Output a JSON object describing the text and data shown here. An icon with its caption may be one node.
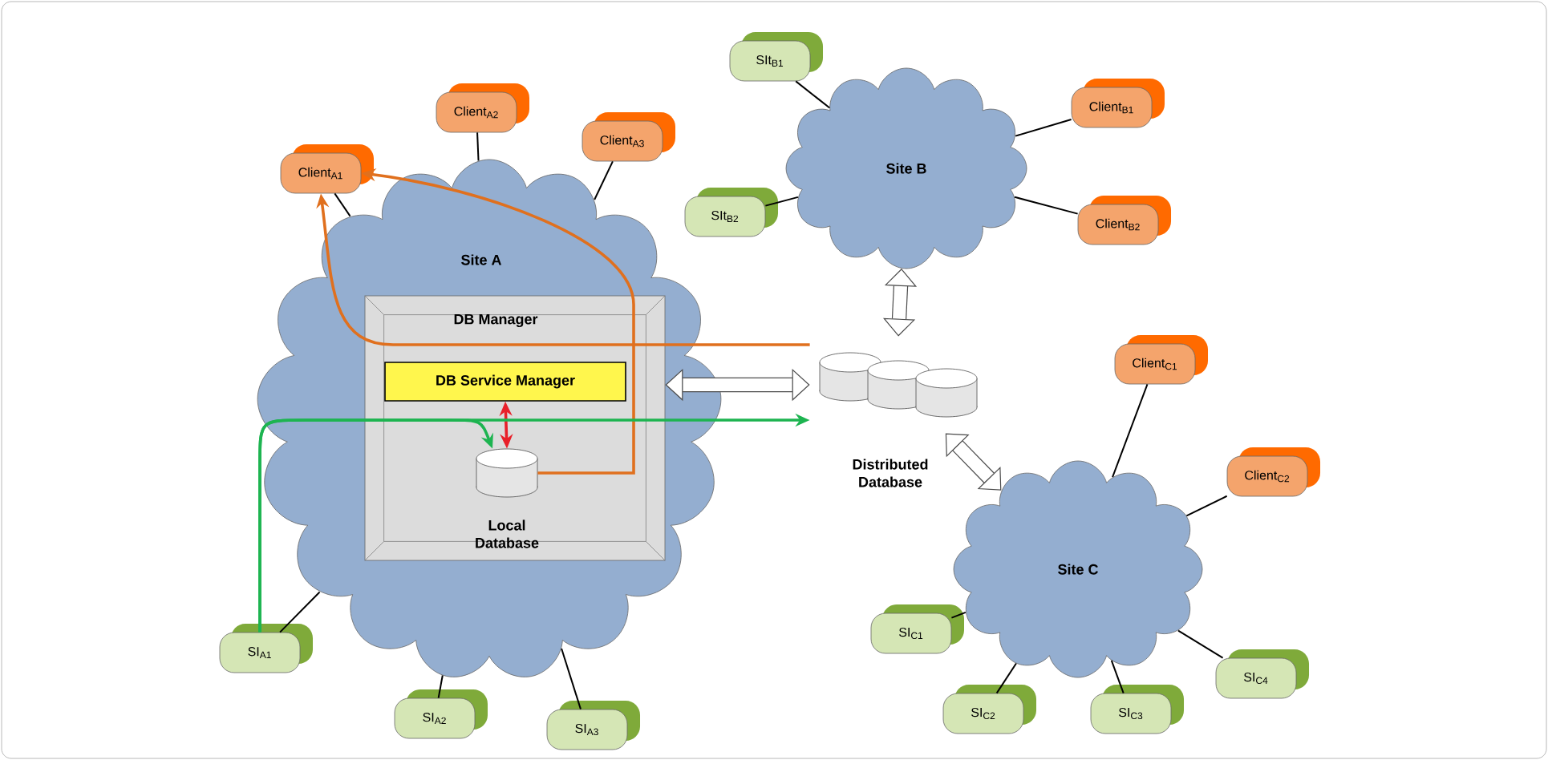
{
  "diagram": {
    "nodes": [
      {
        "text": [
          "Site A"
        ]
      },
      {
        "text": [
          "DB Manager"
        ],
        "in": 0
      },
      {
        "text": [
          "DB Service Manager"
        ],
        "in": 1
      },
      {
        "text": [
          "Local Database"
        ],
        "in": 1
      },
      {
        "text": [
          "Client$_{A1}$"
        ]
      },
      {
        "text": [
          "Client$_{A2}$"
        ]
      },
      {
        "text": [
          "Client$_{A3}$"
        ]
      },
      {
        "text": [
          "SI$_{A1}$"
        ]
      },
      {
        "text": [
          "SI$_{A2}$"
        ]
      },
      {
        "text": [
          "SI$_{A3}$"
        ]
      },
      {
        "text": [
          "Site B"
        ]
      },
      {
        "text": [
          "SIt$_{B1}$"
        ]
      },
      {
        "text": [
          "SIt$_{B2}$"
        ]
      },
      {
        "text": [
          "Client$_{B1}$"
        ]
      },
      {
        "text": [
          "Client$_{B2}$"
        ]
      },
      {
        "text": [
          "Distributed Database"
        ]
      },
      {
        "text": [
          "Site C"
        ]
      },
      {
        "text": [
          "Client$_{C1}$"
        ]
      },
      {
        "text": [
          "Client$_{C2}$"
        ]
      },
      {
        "text": [
          "SI$_{C1}$"
        ]
      },
      {
        "text": [
          "SI$_{C2}$"
        ]
      },
      {
        "text": [
          "SI$_{C3}$"
        ]
      },
      {
        "text": [
          "SI$_{C4}$"
        ]
      }
    ],
    "edges": [
      {
        "from": 4,
        "to": 0,
        "arrow": "none"
      },
      {
        "from": 5,
        "to": 0,
        "arrow": "none"
      },
      {
        "from": 6,
        "to": 0,
        "arrow": "none"
      },
      {
        "from": 7,
        "to": 0,
        "arrow": "none"
      },
      {
        "from": 8,
        "to": 0,
        "arrow": "none"
      },
      {
        "from": 9,
        "to": 0,
        "arrow": "none"
      },
      {
        "from": 11,
        "to": 10,
        "arrow": "none"
      },
      {
        "from": 12,
        "to": 10,
        "arrow": "none"
      },
      {
        "from": 13,
        "to": 10,
        "arrow": "none"
      },
      {
        "from": 14,
        "to": 10,
        "arrow": "none"
      },
      {
        "from": 17,
        "to": 16,
        "arrow": "none"
      },
      {
        "from": 18,
        "to": 16,
        "arrow": "none"
      },
      {
        "from": 19,
        "to": 16,
        "arrow": "none"
      },
      {
        "from": 20,
        "to": 16,
        "arrow": "none"
      },
      {
        "from": 21,
        "to": 16,
        "arrow": "none"
      },
      {
        "from": 22,
        "to": 16,
        "arrow": "none"
      },
      {
        "from": 10,
        "to": 15,
        "arrow": "both",
        "style": "thick"
      },
      {
        "from": 15,
        "to": 16,
        "arrow": "both",
        "style": "thick"
      },
      {
        "from": 1,
        "to": 15,
        "arrow": "both",
        "style": "thick"
      },
      {
        "from": 2,
        "to": 3,
        "arrow": "both",
        "color": "#e8202a"
      },
      {
        "from": 3,
        "to": 4,
        "arrow": "to",
        "color": "#e0701e"
      },
      {
        "from": 15,
        "to": 4,
        "arrow": "to",
        "color": "#e0701e"
      },
      {
        "from": 7,
        "to": 3,
        "arrow": "to",
        "color": "#1db450"
      },
      {
        "from": 7,
        "to": 15,
        "arrow": "to",
        "color": "#1db450"
      }
    ]
  }
}
